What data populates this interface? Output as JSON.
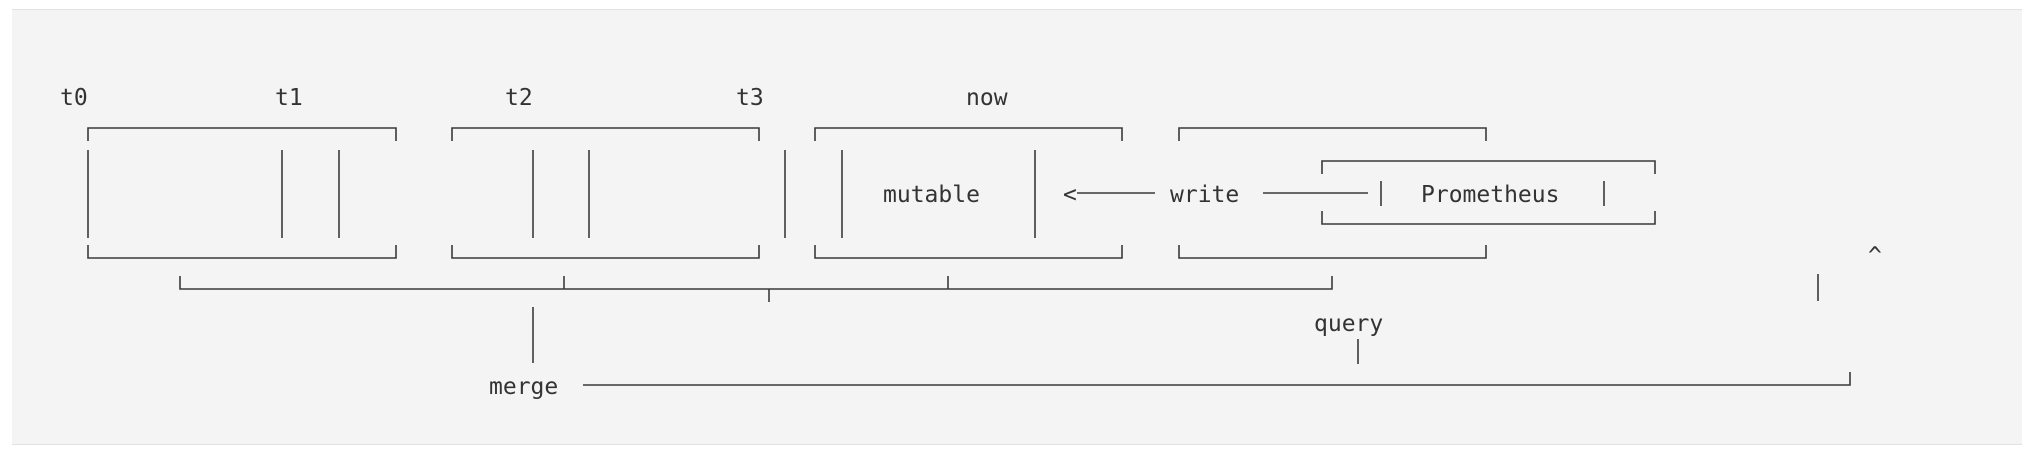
{
  "timeline": {
    "t0": "t0",
    "t1": "t1",
    "t2": "t2",
    "t3": "t3",
    "now": "now"
  },
  "blocks": {
    "mutable": "mutable"
  },
  "flow": {
    "arrow": "<",
    "write": "write",
    "prometheus": "Prometheus",
    "query": "query",
    "merge": "merge",
    "caret": "^"
  }
}
